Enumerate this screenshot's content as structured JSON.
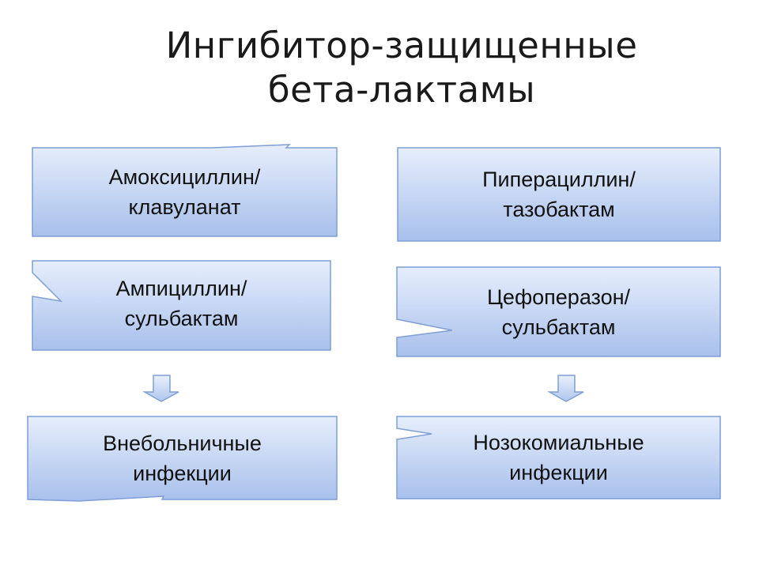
{
  "title": {
    "line1": "Ингибитор-защищенные",
    "line2": "бета-лактамы"
  },
  "colors": {
    "box_top": "#e4ecfa",
    "box_bottom": "#a9c0ea",
    "border": "#7f9fd6"
  },
  "boxes": {
    "amoxicillin": {
      "line1": "Амоксициллин/",
      "line2": "клавуланат"
    },
    "piperacillin": {
      "line1": "Пиперациллин/",
      "line2": "тазобактам"
    },
    "ampicillin": {
      "line1": "Ампициллин/",
      "line2": "сульбактам"
    },
    "cefoperazone": {
      "line1": "Цефоперазон/",
      "line2": "сульбактам"
    },
    "community": {
      "line1": "Внебольничные",
      "line2": "инфекции"
    },
    "nosocomial": {
      "line1": "Нозокомиальные",
      "line2": "инфекции"
    }
  }
}
